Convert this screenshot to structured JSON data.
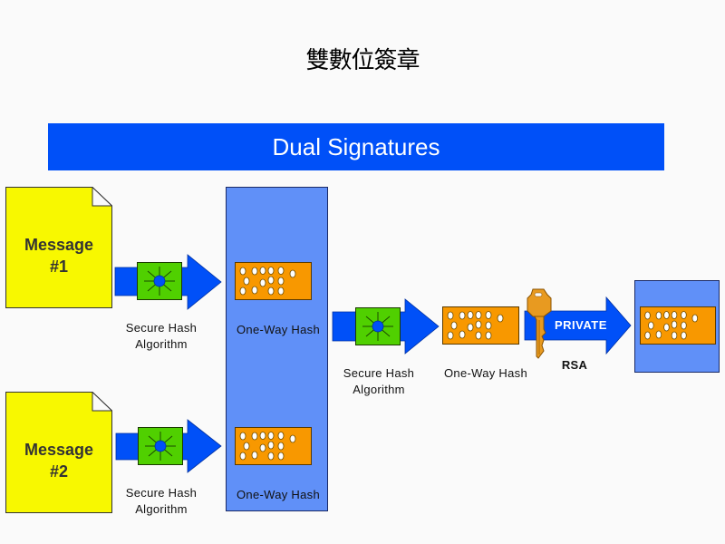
{
  "title_cn": "雙數位簽章",
  "banner": {
    "title": "Dual Signatures",
    "color": "#0050f8"
  },
  "messages": [
    {
      "line1": "Message",
      "line2": "#1"
    },
    {
      "line1": "Message",
      "line2": "#2"
    }
  ],
  "labels": {
    "sha_line1": "Secure Hash",
    "sha_line2": "Algorithm",
    "one_way_hash": "One-Way Hash",
    "private": "PRIVATE",
    "rsa": "RSA"
  },
  "colors": {
    "document": "#f8f800",
    "arrow": "#0050f8",
    "hash_box": "#f89800",
    "panel": "#6090f8",
    "sha_box": "#50d000",
    "key": "#e89a20"
  }
}
